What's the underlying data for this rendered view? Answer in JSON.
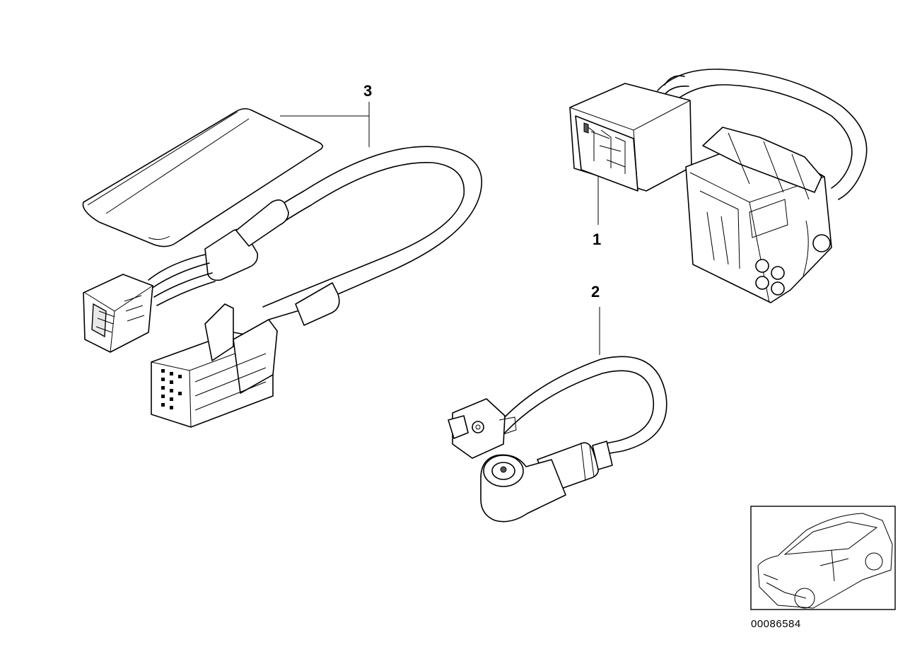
{
  "callouts": [
    {
      "id": "c3",
      "label": "3"
    },
    {
      "id": "c1",
      "label": "1"
    },
    {
      "id": "c2",
      "label": "2"
    }
  ],
  "diagram_id": "00086584",
  "colors": {
    "line": "#000000",
    "background": "#ffffff"
  }
}
